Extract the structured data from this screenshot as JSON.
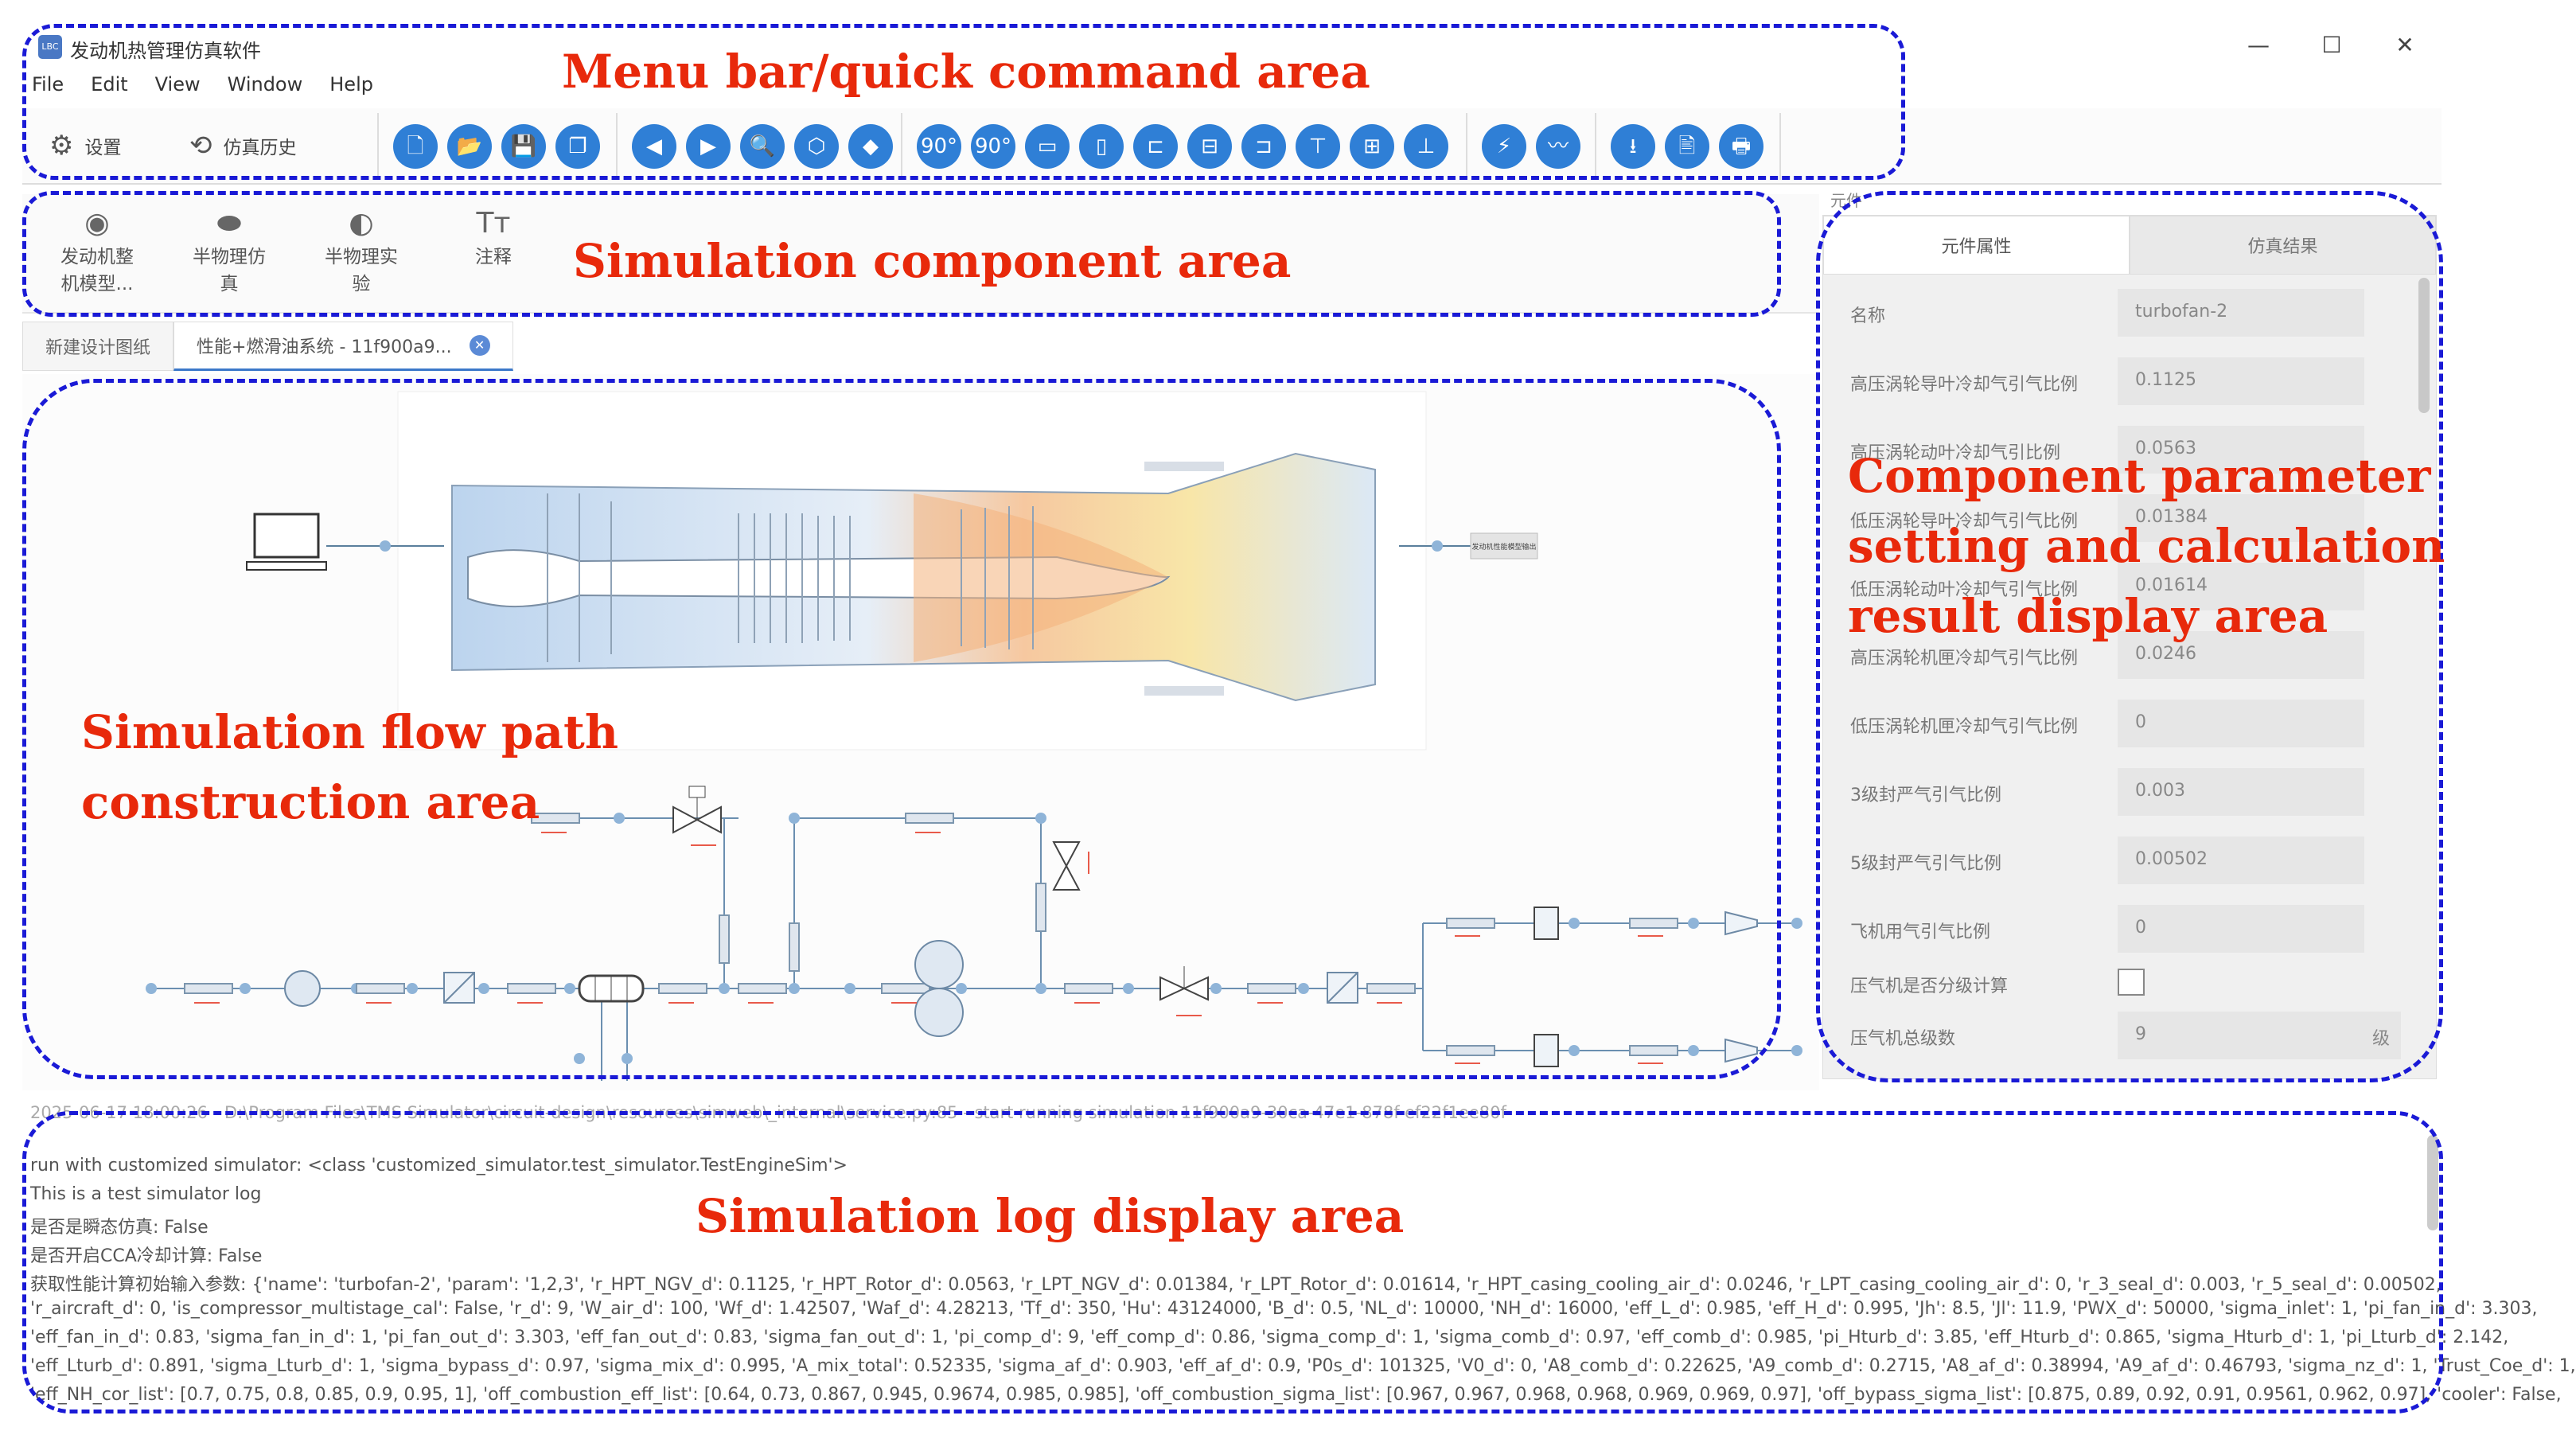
{
  "window": {
    "title": "发动机热管理仿真软件",
    "icon": "LBC",
    "minimize": "—",
    "maximize": "☐",
    "close": "✕"
  },
  "menu": [
    "File",
    "Edit",
    "View",
    "Window",
    "Help"
  ],
  "toolbar": {
    "settings_label": "设置",
    "history_label": "仿真历史",
    "icons": [
      "new-file-icon",
      "open-folder-icon",
      "save-icon",
      "copy-icon",
      "undo-icon",
      "redo-icon",
      "zoom-icon",
      "cube-icon",
      "layers-icon",
      "rotate-cw-icon",
      "rotate-ccw-icon",
      "flip-h-icon",
      "flip-v-icon",
      "align-left-icon",
      "align-center-icon",
      "align-right-icon",
      "align-top-icon",
      "align-middle-icon",
      "align-bottom-icon",
      "link-icon",
      "curve-icon",
      "download-icon",
      "export-icon",
      "print-icon"
    ],
    "icon_glyphs": [
      "🗋",
      "📂",
      "💾",
      "❐",
      "◀",
      "▶",
      "🔍",
      "⬡",
      "◆",
      "90°",
      "90°",
      "▭",
      "▯",
      "⊏",
      "⊟",
      "⊐",
      "⊤",
      "⊞",
      "⊥",
      "⚡",
      "〰",
      "⭳",
      "🖹",
      "🖶"
    ]
  },
  "components": [
    {
      "label_line1": "发动机整",
      "label_line2": "机模型...",
      "icon": "◉"
    },
    {
      "label_line1": "半物理仿",
      "label_line2": "真",
      "icon": "⬬"
    },
    {
      "label_line1": "半物理实",
      "label_line2": "验",
      "icon": "◐"
    },
    {
      "label_line1": "注释",
      "label_line2": "",
      "icon": "Tт"
    }
  ],
  "tabs": [
    {
      "label": "新建设计图纸",
      "active": false
    },
    {
      "label": "性能+燃滑油系统 - 11f900a9...",
      "active": true,
      "close": "✕"
    }
  ],
  "canvas": {
    "node_label": "发动机性能模型输出"
  },
  "panel": {
    "header": "元件",
    "tabs": [
      {
        "label": "元件属性",
        "active": true
      },
      {
        "label": "仿真结果",
        "active": false
      }
    ],
    "rows": [
      {
        "label": "名称",
        "value": "turbofan-2"
      },
      {
        "label": "高压涡轮导叶冷却气引气比例",
        "value": "0.1125"
      },
      {
        "label": "高压涡轮动叶冷却气引比例",
        "value": "0.0563"
      },
      {
        "label": "低压涡轮导叶冷却气引气比例",
        "value": "0.01384"
      },
      {
        "label": "低压涡轮动叶冷却气引气比例",
        "value": "0.01614"
      },
      {
        "label": "高压涡轮机匣冷却气引气比例",
        "value": "0.0246"
      },
      {
        "label": "低压涡轮机匣冷却气引气比例",
        "value": "0"
      },
      {
        "label": "3级封严气引气比例",
        "value": "0.003"
      },
      {
        "label": "5级封严气引气比例",
        "value": "0.00502"
      },
      {
        "label": "飞机用气引气比例",
        "value": "0"
      },
      {
        "label": "压气机是否分级计算",
        "value": ""
      },
      {
        "label": "压气机总级数",
        "value": "9",
        "unit": "级"
      }
    ]
  },
  "log": {
    "top_line": "2025-06-17 18:00:26 - D:\\Program Files\\TMS Simulator\\circuit-design\\resources\\simweb\\_internal\\service.py:85 - start running simulation 11f900a9-30ca-47e1-878f-ef22f1ee80f",
    "lines": [
      "run with customized simulator: <class 'customized_simulator.test_simulator.TestEngineSim'>",
      "This is a test simulator log",
      "是否是瞬态仿真: False",
      "是否开启CCA冷却计算: False",
      "获取性能计算初始输入参数: {'name': 'turbofan-2', 'param': '1,2,3', 'r_HPT_NGV_d': 0.1125, 'r_HPT_Rotor_d': 0.0563, 'r_LPT_NGV_d': 0.01384, 'r_LPT_Rotor_d': 0.01614, 'r_HPT_casing_cooling_air_d': 0.0246, 'r_LPT_casing_cooling_air_d': 0, 'r_3_seal_d': 0.003, 'r_5_seal_d': 0.00502,",
      "'r_aircraft_d': 0, 'is_compressor_multistage_cal': False, 'r_d': 9, 'W_air_d': 100, 'Wf_d': 1.42507, 'Waf_d': 4.28213, 'Tf_d': 350, 'Hu': 43124000, 'B_d': 0.5, 'NL_d': 10000, 'NH_d': 16000, 'eff_L_d': 0.985, 'eff_H_d': 0.995, 'Jh': 8.5, 'Jl': 11.9, 'PWX_d': 50000, 'sigma_inlet': 1, 'pi_fan_in_d': 3.303,",
      "'eff_fan_in_d': 0.83, 'sigma_fan_in_d': 1, 'pi_fan_out_d': 3.303, 'eff_fan_out_d': 0.83, 'sigma_fan_out_d': 1, 'pi_comp_d': 9, 'eff_comp_d': 0.86, 'sigma_comp_d': 1, 'sigma_comb_d': 0.97, 'eff_comb_d': 0.985, 'pi_Hturb_d': 3.85, 'eff_Hturb_d': 0.865, 'sigma_Hturb_d': 1, 'pi_Lturb_d': 2.142,",
      "'eff_Lturb_d': 0.891, 'sigma_Lturb_d': 1, 'sigma_bypass_d': 0.97, 'sigma_mix_d': 0.995, 'A_mix_total': 0.52335, 'sigma_af_d': 0.903, 'eff_af_d': 0.9, 'P0s_d': 101325, 'V0_d': 0, 'A8_comb_d': 0.22625, 'A9_comb_d': 0.2715, 'A8_af_d': 0.38994, 'A9_af_d': 0.46793, 'sigma_nz_d': 1, 'Trust_Coe_d': 1,",
      "'eff_NH_cor_list': [0.7, 0.75, 0.8, 0.85, 0.9, 0.95, 1], 'off_combustion_eff_list': [0.64, 0.73, 0.867, 0.945, 0.9674, 0.985, 0.985], 'off_combustion_sigma_list': [0.967, 0.967, 0.968, 0.968, 0.969, 0.969, 0.97], 'off_bypass_sigma_list': [0.875, 0.89, 0.92, 0.91, 0.9561, 0.962, 0.97], 'cooler': False,"
    ]
  },
  "annotations": {
    "menu_area": "Menu bar/quick command area",
    "component_area": "Simulation component area",
    "flow_area_line1": "Simulation flow path",
    "flow_area_line2": "construction area",
    "param_area_line1": "Component parameter",
    "param_area_line2": "setting and calculation",
    "param_area_line3": "result display area",
    "log_area": "Simulation log display area",
    "color": "#e8290b",
    "box_color": "#1a1ad6"
  }
}
